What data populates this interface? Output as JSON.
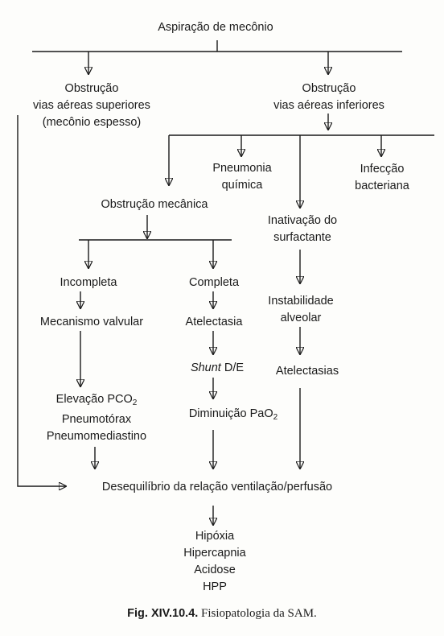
{
  "colors": {
    "ink": "#1a1a1a",
    "background": "#fdfdfb"
  },
  "nodes": {
    "aspiracao": "Aspiração de mecônio",
    "obs_sup": [
      "Obstrução",
      "vias aéreas superiores",
      "(mecônio espesso)"
    ],
    "obs_inf": [
      "Obstrução",
      "vias aéreas inferiores"
    ],
    "pneumonia": [
      "Pneumonia",
      "química"
    ],
    "infeccao": [
      "Infecção",
      "bacteriana"
    ],
    "obs_mec": "Obstrução mecânica",
    "inativacao": [
      "Inativação do",
      "surfactante"
    ],
    "incompleta": "Incompleta",
    "completa": "Completa",
    "instabilidade": [
      "Instabilidade",
      "alveolar"
    ],
    "mecanismo": "Mecanismo valvular",
    "atelectasia": "Atelectasia",
    "shunt_italic": "Shunt",
    "shunt_rest": "D/E",
    "atelectasias": "Atelectasias",
    "elev_text": "Elevação PCO",
    "elev_sub": "2",
    "pneumotorax": "Pneumotórax",
    "pneumomed": "Pneumomediastino",
    "dimin_text": "Diminuição PaO",
    "dimin_sub": "2",
    "desequilibrio": "Desequilíbrio da relação ventilação/perfusão",
    "final": [
      "Hipóxia",
      "Hipercapnia",
      "Acidose",
      "HPP"
    ]
  },
  "caption": {
    "label": "Fig. XIV.10.4.",
    "text": "Fisiopatologia da SAM."
  }
}
